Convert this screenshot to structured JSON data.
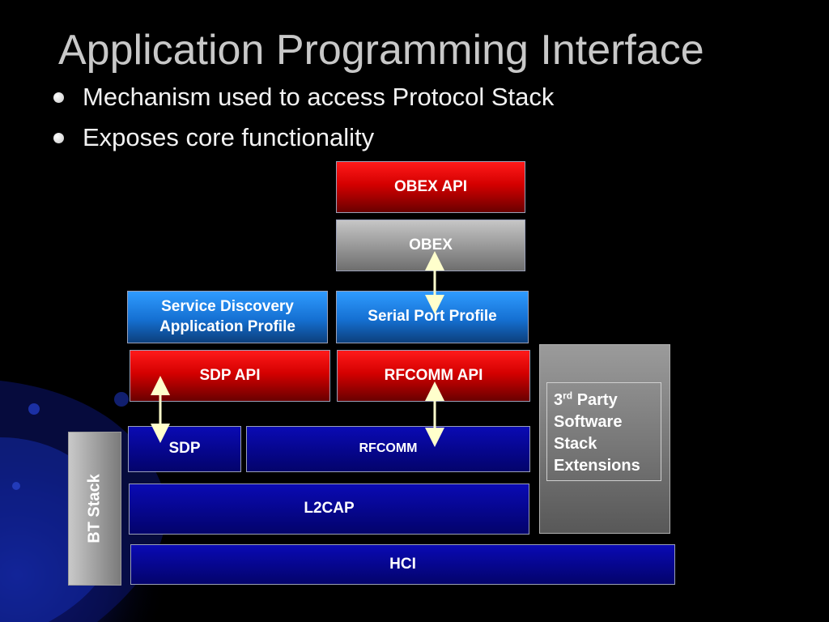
{
  "slide": {
    "title": "Application Programming Interface",
    "bullets": [
      "Mechanism used to access Protocol Stack",
      "Exposes core functionality"
    ]
  },
  "diagram": {
    "boxes": {
      "obex_api": "OBEX API",
      "obex": "OBEX",
      "sdap_line1": "Service Discovery",
      "sdap_line2": "Application Profile",
      "serial_port_profile": "Serial Port Profile",
      "sdp_api": "SDP API",
      "rfcomm_api": "RFCOMM API",
      "sdp": "SDP",
      "rfcomm": "RFCOMM",
      "l2cap": "L2CAP",
      "hci": "HCI"
    },
    "side_stack_label": "BT Stack",
    "third_party": {
      "ordinal": "3",
      "ordinal_suffix": "rd",
      "line1_rest": "Party",
      "line2": "Software",
      "line3": "Stack",
      "line4": "Extensions"
    },
    "arrows": [
      "obex-to-serial-port-profile",
      "sdp-api-to-sdp",
      "rfcomm-api-to-rfcomm"
    ],
    "colors": {
      "api_red": "#d40000",
      "protocol_gray": "#8a8a8a",
      "profile_blue": "#1570d2",
      "core_navy": "#03036b",
      "arrow": "#ffffcc"
    }
  }
}
